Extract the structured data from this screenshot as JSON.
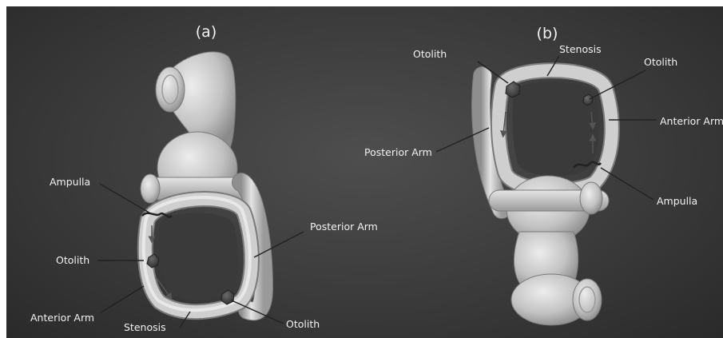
{
  "panels": [
    {
      "id": "a",
      "title": "(a)",
      "labels": {
        "ampulla": "Ampulla",
        "otolith_left": "Otolith",
        "anterior_arm": "Anterior Arm",
        "stenosis": "Stenosis",
        "otolith_bottom": "Otolith",
        "posterior_arm": "Posterior Arm"
      }
    },
    {
      "id": "b",
      "title": "(b)",
      "labels": {
        "otolith_left": "Otolith",
        "stenosis": "Stenosis",
        "otolith_right": "Otolith",
        "anterior_arm": "Anterior Arm",
        "posterior_arm": "Posterior Arm",
        "ampulla": "Ampulla"
      }
    }
  ],
  "colors": {
    "background": "#3b3b3b",
    "model": "#c9c9c9",
    "otolith": "#4a4a4a",
    "text": "#f2f2f2"
  }
}
